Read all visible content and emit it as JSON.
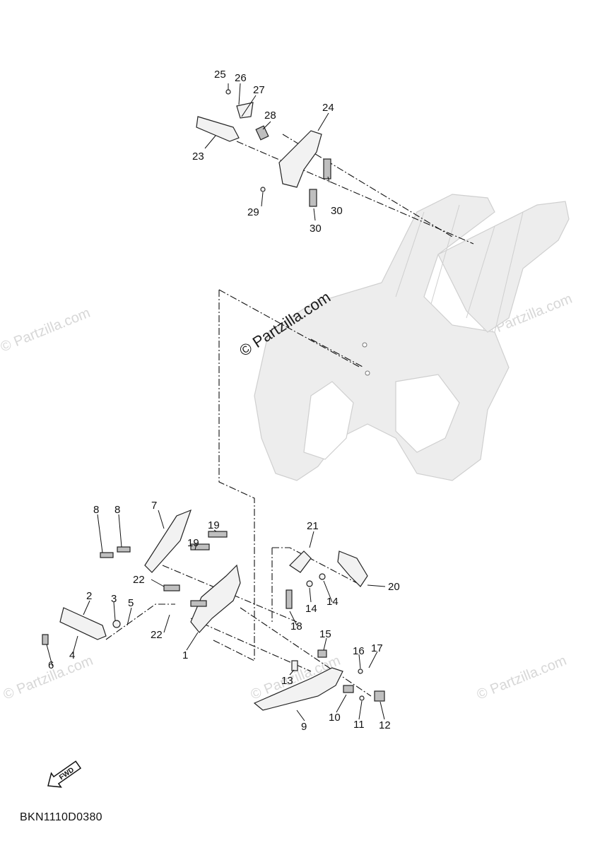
{
  "watermarks": {
    "main": "© Partzilla.com",
    "repeat": "© Partzilla.com"
  },
  "diagram_code": "BKN1110D0380",
  "fwd_label": "FWD",
  "callouts": [
    {
      "id": "c25",
      "text": "25"
    },
    {
      "id": "c26",
      "text": "26"
    },
    {
      "id": "c27",
      "text": "27"
    },
    {
      "id": "c28",
      "text": "28"
    },
    {
      "id": "c24",
      "text": "24"
    },
    {
      "id": "c23",
      "text": "23"
    },
    {
      "id": "c29",
      "text": "29"
    },
    {
      "id": "c30a",
      "text": "30"
    },
    {
      "id": "c30b",
      "text": "30"
    },
    {
      "id": "c8a",
      "text": "8"
    },
    {
      "id": "c8b",
      "text": "8"
    },
    {
      "id": "c7",
      "text": "7"
    },
    {
      "id": "c19a",
      "text": "19"
    },
    {
      "id": "c19b",
      "text": "19"
    },
    {
      "id": "c21",
      "text": "21"
    },
    {
      "id": "c22a",
      "text": "22"
    },
    {
      "id": "c22b",
      "text": "22"
    },
    {
      "id": "c20",
      "text": "20"
    },
    {
      "id": "c2",
      "text": "2"
    },
    {
      "id": "c3",
      "text": "3"
    },
    {
      "id": "c5",
      "text": "5"
    },
    {
      "id": "c14a",
      "text": "14"
    },
    {
      "id": "c14b",
      "text": "14"
    },
    {
      "id": "c18",
      "text": "18"
    },
    {
      "id": "c6",
      "text": "6"
    },
    {
      "id": "c4",
      "text": "4"
    },
    {
      "id": "c1",
      "text": "1"
    },
    {
      "id": "c15",
      "text": "15"
    },
    {
      "id": "c16",
      "text": "16"
    },
    {
      "id": "c17",
      "text": "17"
    },
    {
      "id": "c13",
      "text": "13"
    },
    {
      "id": "c9",
      "text": "9"
    },
    {
      "id": "c10",
      "text": "10"
    },
    {
      "id": "c11",
      "text": "11"
    },
    {
      "id": "c12",
      "text": "12"
    }
  ]
}
